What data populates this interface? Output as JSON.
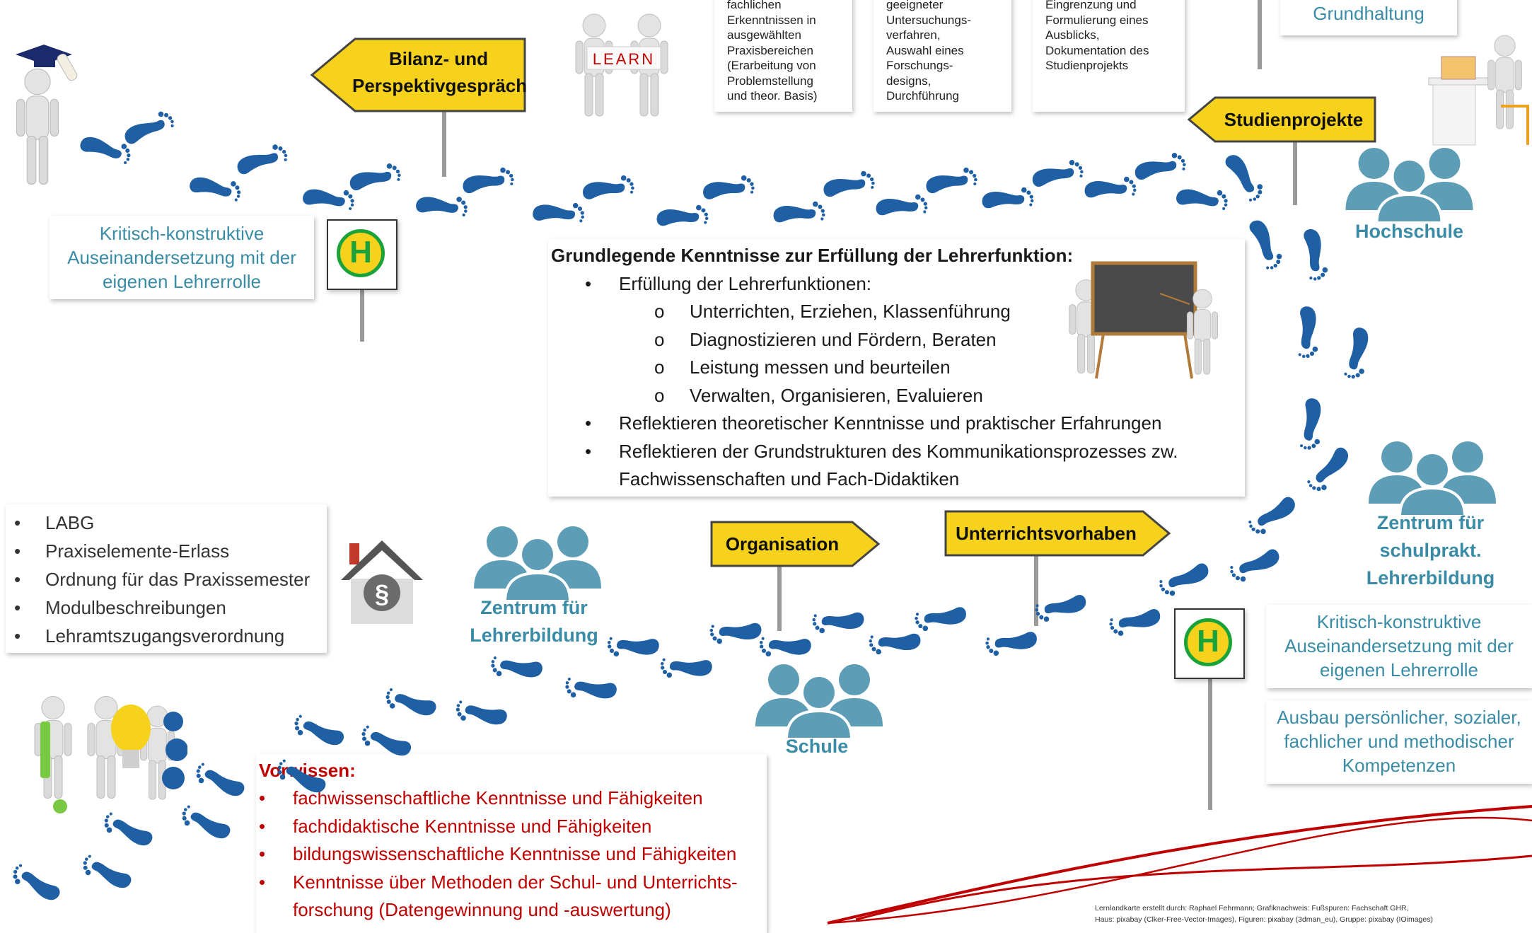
{
  "signs": {
    "bilanz": [
      "Bilanz- und",
      "Perspektivgespräch"
    ],
    "studienprojekte": "Studienprojekte",
    "organisation": "Organisation",
    "unterrichtsvorhaben": "Unterrichtsvorhaben"
  },
  "learn_text": "LEARN",
  "bus_stop_letter": "H",
  "law_symbol": "§",
  "top_cards": [
    [
      "fachlichen",
      "Erkenntnissen in",
      "ausgewählten",
      "Praxisbereichen",
      "(Erarbeitung von",
      "Problemstellung",
      "und theor. Basis)"
    ],
    [
      "geeigneter",
      "Untersuchungs-",
      "verfahren,",
      "Auswahl eines",
      "Forschungs-",
      "designs,",
      "Durchführung"
    ],
    [
      "Eingrenzung und",
      "Formulierung eines",
      "Ausblicks,",
      "Dokumentation des",
      "Studienprojekts"
    ]
  ],
  "grundhaltung": "Grundhaltung",
  "left_reflect": [
    "Kritisch-konstruktive",
    "Auseinandersetzung mit der",
    "eigenen Lehrerrolle"
  ],
  "right_reflect": [
    "Kritisch-konstruktive",
    "Auseinandersetzung mit der",
    "eigenen Lehrerrolle"
  ],
  "right_kompetenz": [
    "Ausbau persönlicher, sozialer,",
    "fachlicher und methodischer",
    "Kompetenzen"
  ],
  "center": {
    "title": "Grundlegende Kenntnisse zur Erfüllung der Lehrerfunktion:",
    "item1": "Erfüllung der Lehrerfunktionen:",
    "sub": [
      "Unterrichten, Erziehen, Klassenführung",
      "Diagnostizieren und Fördern, Beraten",
      "Leistung messen und beurteilen",
      "Verwalten, Organisieren, Evaluieren"
    ],
    "item2": "Reflektieren theoretischer Kenntnisse und praktischer Erfahrungen",
    "item3": [
      "Reflektieren der Grundstrukturen des Kommunikationsprozesses zw.",
      "Fachwissenschaften und Fach-Didaktiken"
    ],
    "sub_marker": "o"
  },
  "legal": [
    "LABG",
    "Praxiselemente-Erlass",
    "Ordnung für das Praxissemester",
    "Modulbeschreibungen",
    "Lehramtszugangsverordnung"
  ],
  "vorwissen": {
    "title": "Vorwissen:",
    "items": [
      "fachwissenschaftliche Kenntnisse und Fähigkeiten",
      "fachdidaktische Kenntnisse und Fähigkeiten",
      "bildungswissenschaftliche Kenntnisse und Fähigkeiten",
      "Kenntnisse über Methoden der Schul- und Unterrichts-"
    ],
    "cont": "forschung (Datengewinnung und -auswertung)"
  },
  "groups": {
    "hochschule": "Hochschule",
    "zfl": [
      "Zentrum für",
      "Lehrerbildung"
    ],
    "schule": "Schule",
    "zfsl": [
      "Zentrum für",
      "schulprakt.",
      "Lehrerbildung"
    ]
  },
  "credit": [
    "Lernlandkarte erstellt durch: Raphael Fehrmann; Grafiknachweis: Fußspuren: Fachschaft GHR,",
    "Haus: pixabay (Clker-Free-Vector-Images), Figuren: pixabay (3dman_eu), Gruppe: pixabay (IOimages)"
  ],
  "colors": {
    "footprint": "#1f5fa3",
    "teal": "#3a8ca6",
    "sign": "#f6d21c",
    "red": "#c00000",
    "group": "#5d9db5"
  }
}
